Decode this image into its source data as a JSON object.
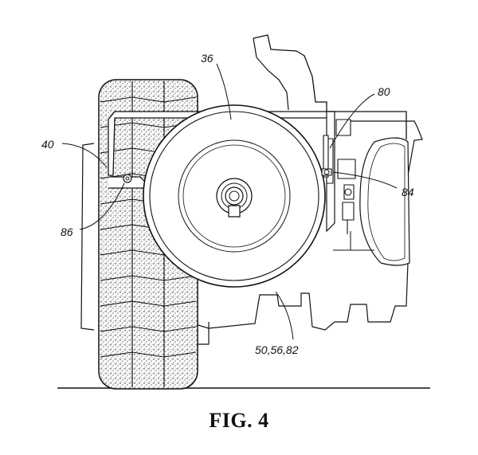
{
  "figure": {
    "caption": "FIG. 4",
    "reference_numerals": {
      "spare_tire": "36",
      "bracket": "40",
      "sensor": "80",
      "fastener": "84",
      "pin": "86",
      "assembly": "50,56,82"
    }
  }
}
